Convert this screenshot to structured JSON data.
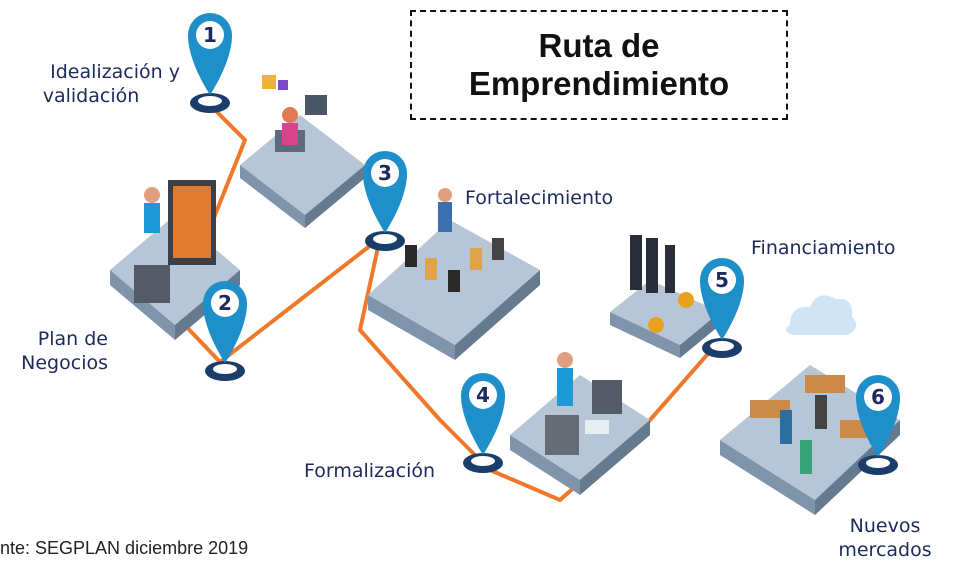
{
  "title": {
    "line1": "Ruta de",
    "line2": "Emprendimiento"
  },
  "steps": [
    {
      "number": "1",
      "label_lines": [
        "Idealización y",
        "validación"
      ]
    },
    {
      "number": "2",
      "label_lines": [
        "Plan de",
        "Negocios"
      ]
    },
    {
      "number": "3",
      "label_lines": [
        "Fortalecimiento"
      ]
    },
    {
      "number": "4",
      "label_lines": [
        "Formalización"
      ]
    },
    {
      "number": "5",
      "label_lines": [
        "Financiamiento"
      ]
    },
    {
      "number": "6",
      "label_lines": [
        "Nuevos",
        "mercados"
      ]
    }
  ],
  "source": "nte: SEGPLAN diciembre 2019",
  "colors": {
    "path": "#f0782a",
    "pin": "#1f8fc9",
    "pin_dark": "#1a3d6a",
    "label": "#1d2a5c",
    "platform": "#9fb1c5"
  }
}
